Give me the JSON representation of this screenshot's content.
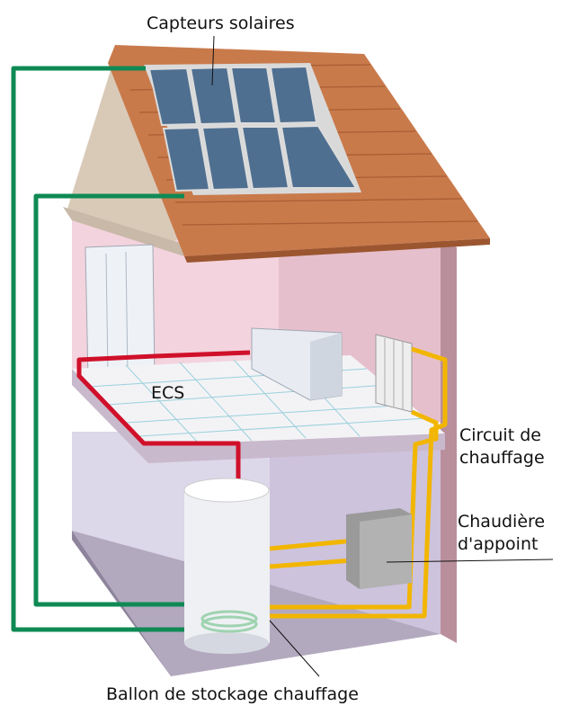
{
  "labels": {
    "solar_collectors": "Capteurs solaires",
    "dhw": "ECS",
    "heating_circuit_line1": "Circuit de",
    "heating_circuit_line2": "chauffage",
    "backup_boiler_line1": "Chaudière",
    "backup_boiler_line2": "d'appoint",
    "storage_tank": "Ballon de stockage chauffage"
  },
  "colors": {
    "solar_loop": "#0f8a55",
    "hot_water": "#d0102a",
    "heating": "#f2b600",
    "roof": "#c97a4b",
    "upper_wall": "#f3d3dd",
    "lower_wall": "#ddd7ea"
  }
}
